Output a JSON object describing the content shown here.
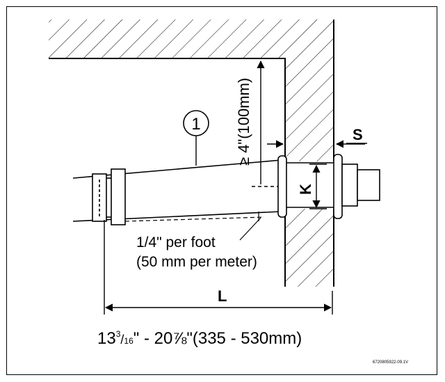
{
  "diagram": {
    "callout_number": "1",
    "clearance_label": "≥ 4\"(100mm)",
    "thickness_label": "S",
    "diameter_label": "K",
    "length_label": "L",
    "slope_line1": "1/4\" per foot",
    "slope_line2": "(50 mm per meter)",
    "range_label": {
      "a_whole": "13",
      "a_num": "3",
      "a_den": "16",
      "sep": "\" - ",
      "b_whole": "20",
      "b_frac": "⅞",
      "tail": "\"(335 - 530mm)"
    },
    "figure_code": "6720805922-09.1V"
  }
}
